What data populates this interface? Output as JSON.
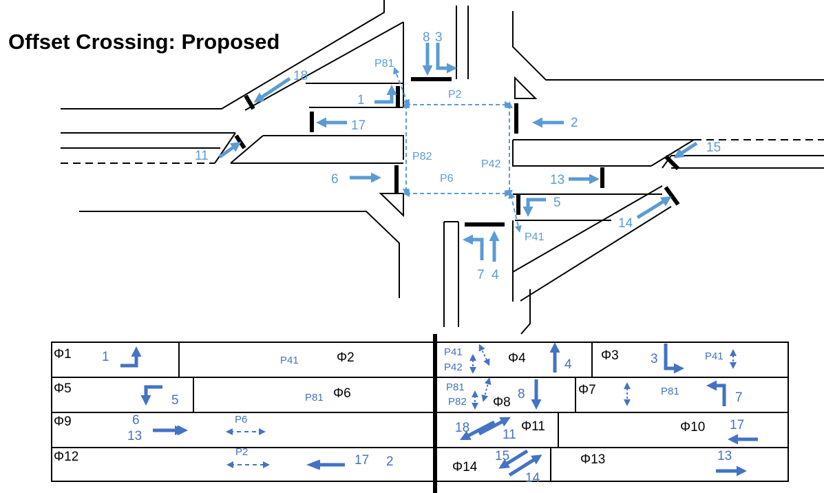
{
  "title": "Offset Crossing: Proposed",
  "colors": {
    "arrow": "#5b9bd5",
    "arrow_dark": "#4472c4",
    "road": "#000000"
  },
  "map": {
    "movements": {
      "m8": "8",
      "m3": "3",
      "m18": "18",
      "m1": "1",
      "m17": "17",
      "m2": "2",
      "m11": "11",
      "m15": "15",
      "m6": "6",
      "m13": "13",
      "m5": "5",
      "m14": "14",
      "m7": "7",
      "m4": "4"
    },
    "peds": {
      "p81": "P81",
      "p2": "P2",
      "p82": "P82",
      "p42": "P42",
      "p6": "P6",
      "p41": "P41"
    }
  },
  "phase_table": {
    "phases": {
      "f1": "Φ1",
      "f2": "Φ2",
      "f3": "Φ3",
      "f4": "Φ4",
      "f5": "Φ5",
      "f6": "Φ6",
      "f7": "Φ7",
      "f8": "Φ8",
      "f9": "Φ9",
      "f10": "Φ10",
      "f11": "Φ11",
      "f12": "Φ12",
      "f13": "Φ13",
      "f14": "Φ14"
    },
    "cells": {
      "r1_m1": "1",
      "r1_p41": "P41",
      "r1_p41b": "P41",
      "r1_p42": "P42",
      "r1_m4": "4",
      "r1_m3": "3",
      "r1_p41c": "P41",
      "r2_m5": "5",
      "r2_p81": "P81",
      "r2_p81b": "P81",
      "r2_p82": "P82",
      "r2_m8": "8",
      "r2_p81c": "P81",
      "r2_m7": "7",
      "r3_m6": "6",
      "r3_m13": "13",
      "r3_p6": "P6",
      "r3_m18": "18",
      "r3_m11": "11",
      "r3_m17": "17",
      "r4_p2": "P2",
      "r4_m17": "17",
      "r4_m2": "2",
      "r4_m15": "15",
      "r4_m14": "14",
      "r4_m13": "13"
    }
  }
}
